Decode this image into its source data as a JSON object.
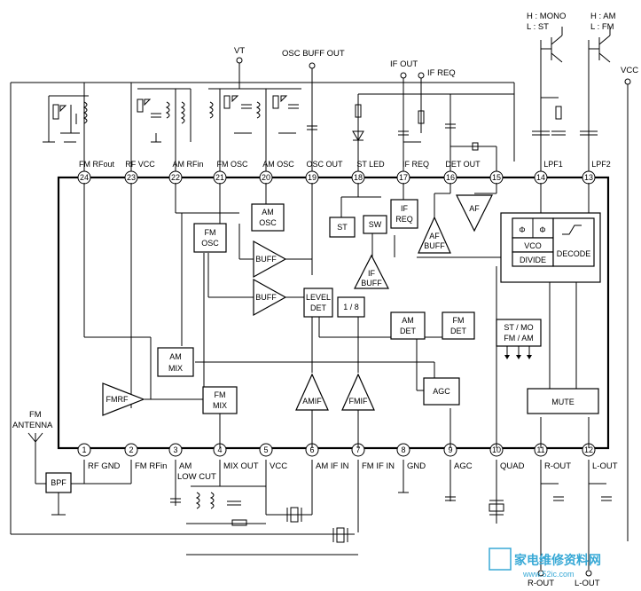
{
  "top_pins": [
    {
      "num": "24",
      "label": "FM RFout"
    },
    {
      "num": "23",
      "label": "RF VCC"
    },
    {
      "num": "22",
      "label": "AM RFin"
    },
    {
      "num": "21",
      "label": "FM OSC"
    },
    {
      "num": "20",
      "label": "AM OSC"
    },
    {
      "num": "19",
      "label": "OSC OUT"
    },
    {
      "num": "18",
      "label": "ST LED"
    },
    {
      "num": "17",
      "label": "IF REQ"
    },
    {
      "num": "16",
      "label": "DET OUT"
    },
    {
      "num": "15",
      "label": ""
    },
    {
      "num": "14",
      "label": "LPF1"
    },
    {
      "num": "13",
      "label": "LPF2"
    }
  ],
  "bottom_pins": [
    {
      "num": "1",
      "label": "RF GND"
    },
    {
      "num": "2",
      "label": "FM RFin"
    },
    {
      "num": "3",
      "label": "AM"
    },
    {
      "num": "4",
      "label": "MIX OUT"
    },
    {
      "num": "5",
      "label": "VCC"
    },
    {
      "num": "6",
      "label": "AM IF IN"
    },
    {
      "num": "7",
      "label": "FM IF IN"
    },
    {
      "num": "8",
      "label": "GND"
    },
    {
      "num": "9",
      "label": "AGC"
    },
    {
      "num": "10",
      "label": "QUAD"
    },
    {
      "num": "11",
      "label": "R-OUT"
    },
    {
      "num": "12",
      "label": "L-OUT"
    }
  ],
  "bottom_extra": {
    "pin3_line2": "LOW CUT"
  },
  "blocks": {
    "am_osc_1": "AM",
    "am_osc_2": "OSC",
    "fm_osc_1": "FM",
    "fm_osc_2": "OSC",
    "buff_1": "BUFF",
    "buff_2": "BUFF",
    "am_mix_1": "AM",
    "am_mix_2": "MIX",
    "fm_mix_1": "FM",
    "fm_mix_2": "MIX",
    "fmrf": "FMRF",
    "amif": "AMIF",
    "fmif": "FMIF",
    "st": "ST",
    "sw": "SW",
    "if_req_1": "IF",
    "if_req_2": "REQ",
    "if_buff_1": "IF",
    "if_buff_2": "BUFF",
    "af_buff_1": "AF",
    "af_buff_2": "BUFF",
    "af": "AF",
    "level_det_1": "LEVEL",
    "level_det_2": "DET",
    "div18": "1 / 8",
    "am_det_1": "AM",
    "am_det_2": "DET",
    "fm_det_1": "FM",
    "fm_det_2": "DET",
    "agc": "AGC",
    "st_mo_1": "ST / MO",
    "st_mo_2": "FM / AM",
    "vco": "VCO",
    "divide": "DIVIDE",
    "decode": "DECODE",
    "mute": "MUTE",
    "bpf": "BPF"
  },
  "ext": {
    "vt": "VT",
    "osc_buff_out": "OSC  BUFF OUT",
    "if_out": "IF OUT",
    "if_req": "IF REQ",
    "hmono_1": "H : MONO",
    "hmono_2": "L : ST",
    "ham_1": "H : AM",
    "ham_2": "L : FM",
    "vcc_right": "VCC",
    "fm_antenna_1": "FM",
    "fm_antenna_2": "ANTENNA",
    "r_out": "R-OUT",
    "l_out": "L-OUT"
  },
  "watermark": {
    "text": "家电维修资料网",
    "url": "www.52ic.com"
  }
}
